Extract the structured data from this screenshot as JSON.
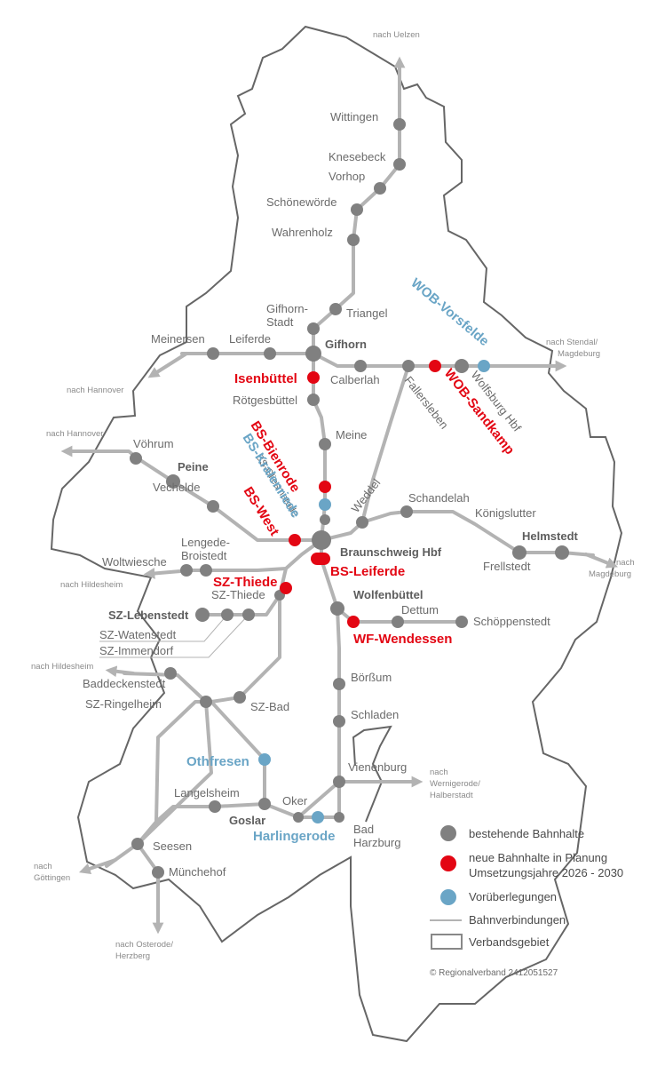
{
  "colors": {
    "existing": "#808080",
    "planned": "#e30613",
    "considered": "#6aa5c6",
    "rail": "#b3b3b3",
    "border": "#666666"
  },
  "directions": {
    "uelzen": "nach Uelzen",
    "stendal_1": "nach Stendal/",
    "stendal_2": "Magdeburg",
    "hannover_1": "nach Hannover",
    "hannover_2": "nach Hannover",
    "hildesheim_1": "nach Hildesheim",
    "hildesheim_2": "nach Hildesheim",
    "magdeburg_1": "nach",
    "magdeburg_2": "Magdeburg",
    "wernigerode_1": "nach",
    "wernigerode_2": "Wernigerode/",
    "wernigerode_3": "Halberstadt",
    "goettingen_1": "nach",
    "goettingen_2": "Göttingen",
    "osterode_1": "nach Osterode/",
    "osterode_2": "Herzberg"
  },
  "stations": {
    "wittingen": "Wittingen",
    "knesebeck": "Knesebeck",
    "vorhop": "Vorhop",
    "schoenewoerde": "Schönewörde",
    "wahrenholz": "Wahrenholz",
    "triangel": "Triangel",
    "gifhorn_stadt_1": "Gifhorn-",
    "gifhorn_stadt_2": "Stadt",
    "meinersen": "Meinersen",
    "leiferde": "Leiferde",
    "gifhorn": "Gifhorn",
    "calberlah": "Calberlah",
    "fallersleben": "Fallersleben",
    "wolfsburg_hbf": "Wolfsburg Hbf",
    "roetgesbuettel": "Rötgesbüttel",
    "meine": "Meine",
    "voehrum": "Vöhrum",
    "peine": "Peine",
    "vechelde": "Vechelde",
    "bs_gliesmarode": "BS-Gliesmarode",
    "weddel": "Weddel",
    "schandelah": "Schandelah",
    "koenigslutter": "Königslutter",
    "helmstedt": "Helmstedt",
    "frellstedt": "Frellstedt",
    "lengede_1": "Lengede-",
    "lengede_2": "Broistedt",
    "woltwiesche": "Woltwiesche",
    "braunschweig_hbf": "Braunschweig Hbf",
    "sz_thiede": "SZ-Thiede",
    "wolfenbuettel": "Wolfenbüttel",
    "dettum": "Dettum",
    "schoeppenstedt": "Schöppenstedt",
    "sz_lebenstedt": "SZ-Lebenstedt",
    "sz_watenstedt": "SZ-Watenstedt",
    "sz_immendorf": "SZ-Immendorf",
    "baddeckenstedt": "Baddeckenstedt",
    "sz_ringelheim": "SZ-Ringelheim",
    "boerssum": "Börßum",
    "sz_bad": "SZ-Bad",
    "schladen": "Schladen",
    "vienenburg": "Vienenburg",
    "langelsheim": "Langelsheim",
    "oker": "Oker",
    "goslar": "Goslar",
    "bad_harzburg_1": "Bad",
    "bad_harzburg_2": "Harzburg",
    "seesen": "Seesen",
    "muenchehof": "Münchehof"
  },
  "planned": {
    "isenbuettel": "Isenbüttel",
    "bs_bienrode": "BS-Bienrode",
    "bs_west": "BS-West",
    "bs_leiferde": "BS-Leiferde",
    "sz_thiede": "SZ-Thiede",
    "wf_wendessen": "WF-Wendessen",
    "wob_sandkamp": "WOB-Sandkamp"
  },
  "considered": {
    "wob_vorsfelde": "WOB-Vorsfelde",
    "bs_kralenriede": "BS-Kralenriede",
    "othfresen": "Othfresen",
    "harlingerode": "Harlingerode"
  },
  "legend": {
    "existing": "bestehende Bahnhalte",
    "planned_1": "neue Bahnhalte in Planung",
    "planned_2": "Umsetzungsjahre 2026 - 2030",
    "considered": "Vorüberlegungen",
    "rail": "Bahnverbindungen",
    "border": "Verbandsgebiet"
  },
  "copyright": "© Regionalverband 2412051527"
}
